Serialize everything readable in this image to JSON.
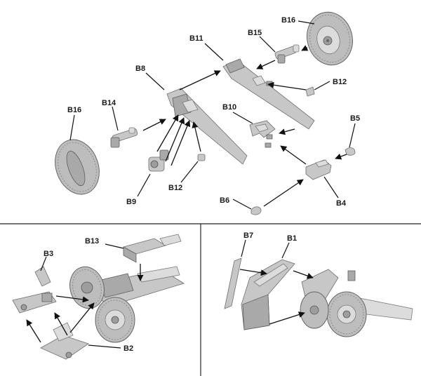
{
  "labels": {
    "b16_top": "B16",
    "b15": "B15",
    "b11": "B11",
    "b8": "B8",
    "b12_right": "B12",
    "b14": "B14",
    "b10": "B10",
    "b5": "B5",
    "b16_left": "B16",
    "b9": "B9",
    "b12_left": "B12",
    "b6": "B6",
    "b4": "B4",
    "b13": "B13",
    "b3": "B3",
    "b2": "B2",
    "b7": "B7",
    "b1": "B1"
  },
  "colors": {
    "part": "#c7c7c7",
    "outline": "#6e6e6e",
    "arrow": "#111111"
  }
}
